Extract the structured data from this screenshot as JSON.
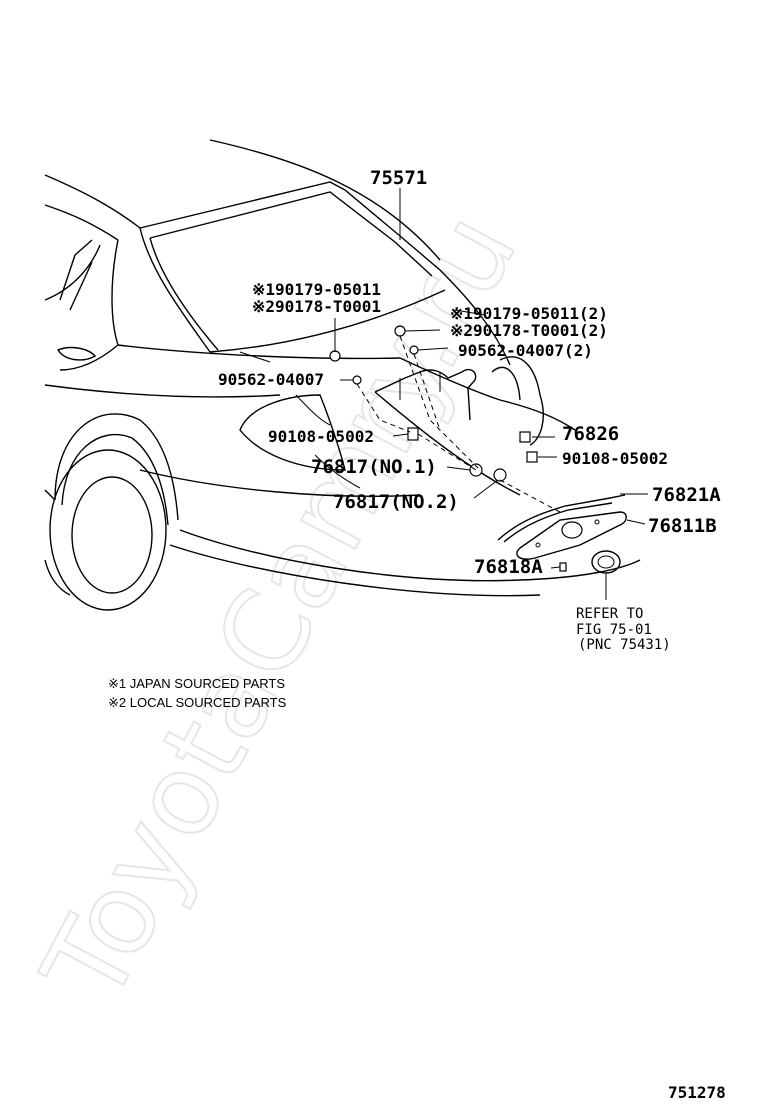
{
  "watermark": "ToyotaCamry.ru",
  "labels": {
    "p75571": "75571",
    "p1_90179_05011": "※190179-05011",
    "p2_90178_T0001": "※290178-T0001",
    "p1_90179_05011_2": "※190179-05011(2)",
    "p2_90178_T0001_2": "※290178-T0001(2)",
    "p90562_04007_2": "90562-04007(2)",
    "p90562_04007": "90562-04007",
    "p90108_05002_left": "90108-05002",
    "p76826": "76826",
    "p90108_05002_right": "90108-05002",
    "p76817_no1": "76817(NO.1)",
    "p76817_no2": "76817(NO.2)",
    "p76821A": "76821A",
    "p76811B": "76811B",
    "p76818A": "76818A"
  },
  "refer": {
    "line1": "REFER TO",
    "line2": "FIG 75-01",
    "line3": "(PNC 75431)"
  },
  "notes": {
    "n1": "※1 JAPAN SOURCED PARTS",
    "n2": "※2 LOCAL SOURCED PARTS"
  },
  "figure_number": "751278"
}
